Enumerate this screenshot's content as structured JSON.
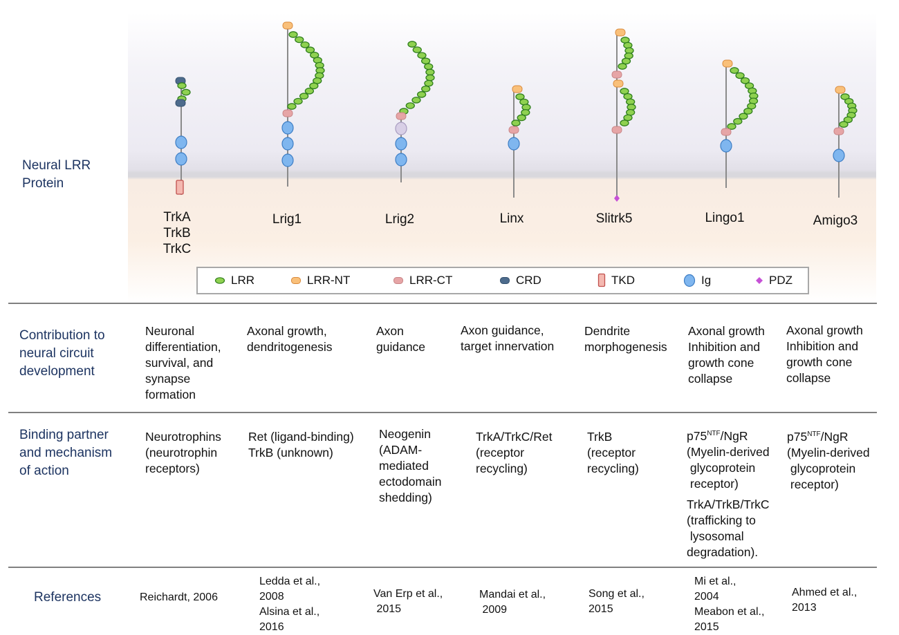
{
  "row_titles": {
    "protein": [
      "Neural LRR",
      "Protein"
    ],
    "contribution": [
      "Contribution to",
      "neural circuit",
      "development"
    ],
    "binding": [
      "Binding partner",
      "and mechanism",
      "of action"
    ],
    "references": "References"
  },
  "proteins": [
    {
      "name_lines": [
        "TrkA",
        "TrkB",
        "TrkC"
      ]
    },
    {
      "name_lines": [
        "Lrig1"
      ]
    },
    {
      "name_lines": [
        "Lrig2"
      ]
    },
    {
      "name_lines": [
        "Linx"
      ]
    },
    {
      "name_lines": [
        "Slitrk5"
      ]
    },
    {
      "name_lines": [
        "Lingo1"
      ]
    },
    {
      "name_lines": [
        "Amigo3"
      ]
    }
  ],
  "legend": [
    {
      "key": "lrr",
      "label": "LRR"
    },
    {
      "key": "lrr_nt",
      "label": "LRR-NT"
    },
    {
      "key": "lrr_ct",
      "label": "LRR-CT"
    },
    {
      "key": "crd",
      "label": "CRD"
    },
    {
      "key": "tkd",
      "label": "TKD"
    },
    {
      "key": "ig",
      "label": "Ig"
    },
    {
      "key": "pdz",
      "label": "PDZ"
    }
  ],
  "colors": {
    "lrr_fill": "#8fd150",
    "lrr_stroke": "#2e7d1c",
    "lrr_nt_fill": "#f9c07a",
    "lrr_nt_stroke": "#d9893b",
    "lrr_ct_fill": "#e6a5a6",
    "lrr_ct_stroke": "#c88486",
    "crd_fill": "#4d6b8c",
    "crd_stroke": "#34506e",
    "tkd_fill": "#f4b8b0",
    "tkd_stroke": "#c0504d",
    "ig_fill": "#7fb6ef",
    "ig_stroke": "#3d7dc4",
    "ig_alt_fill": "#d8cfe6",
    "ig_alt_stroke": "#a89cc0",
    "pdz_fill": "#c651d6",
    "stem": "#8a8a8a",
    "title_text": "#1d3461"
  },
  "contribution": [
    [
      "Neuronal",
      "differentiation,",
      "survival, and",
      "synapse",
      "formation"
    ],
    [
      "Axonal growth,",
      "dendritogenesis"
    ],
    [
      "Axon",
      "guidance"
    ],
    [
      "Axon guidance,",
      "target innervation"
    ],
    [
      "Dendrite",
      "morphogenesis"
    ],
    [
      "Axonal growth",
      "Inhibition and",
      "growth cone",
      "collapse"
    ],
    [
      "Axonal growth",
      "Inhibition and",
      "growth cone",
      "collapse"
    ]
  ],
  "binding": [
    [
      "Neurotrophins",
      "(neurotrophin",
      "receptors)"
    ],
    [
      "Ret (ligand-binding)",
      "TrkB (unknown)"
    ],
    [
      "Neogenin",
      "(ADAM-",
      "mediated",
      "ectodomain",
      "shedding)"
    ],
    [
      "TrkA/TrkC/Ret",
      "(receptor",
      "recycling)"
    ],
    [
      "TrkB",
      "(receptor",
      "recycling)"
    ],
    [
      "p75",
      "NTF",
      "/NgR",
      "(Myelin-derived",
      " glycoprotein",
      " receptor)",
      "TrkA/TrkB/TrkC",
      "(trafficking to",
      " lysosomal",
      "degradation)."
    ],
    [
      "p75",
      "NTF",
      "/NgR",
      "(Myelin-derived",
      " glycoprotein",
      " receptor)"
    ]
  ],
  "references": [
    [
      "Reichardt, 2006"
    ],
    [
      "Ledda et al.,",
      "2008",
      "Alsina et al.,",
      "2016"
    ],
    [
      "Van Erp et al.,",
      " 2015"
    ],
    [
      "Mandai et al.,",
      " 2009"
    ],
    [
      "Song et al.,",
      "2015"
    ],
    [
      "Mi et al.,",
      "2004",
      "Meabon et al.,",
      "2015"
    ],
    [
      "Ahmed et al.,",
      "2013"
    ]
  ]
}
